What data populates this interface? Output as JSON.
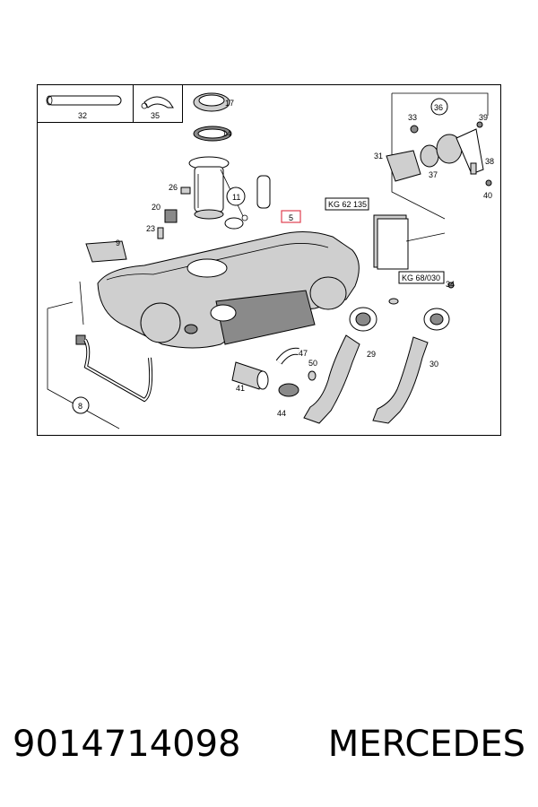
{
  "diagram": {
    "labels": {
      "l32": "32",
      "l35": "35",
      "l17": "17",
      "l14": "14",
      "l26": "26",
      "l11": "11",
      "l20": "20",
      "l23": "23",
      "l9": "9",
      "l5": "5",
      "l33": "33",
      "l36": "36",
      "l39": "39",
      "l31": "31",
      "l37": "37",
      "l38": "38",
      "l40": "40",
      "l34": "34",
      "l8": "8",
      "l47": "47",
      "l50": "50",
      "l41": "41",
      "l44": "44",
      "l29": "29",
      "l30": "30"
    },
    "refs": {
      "kg1": "KG 62 135",
      "kg2": "KG 68/030"
    },
    "highlight_color": "#e0404f"
  },
  "caption": {
    "part_number": "9014714098",
    "brand": "MERCEDES"
  }
}
